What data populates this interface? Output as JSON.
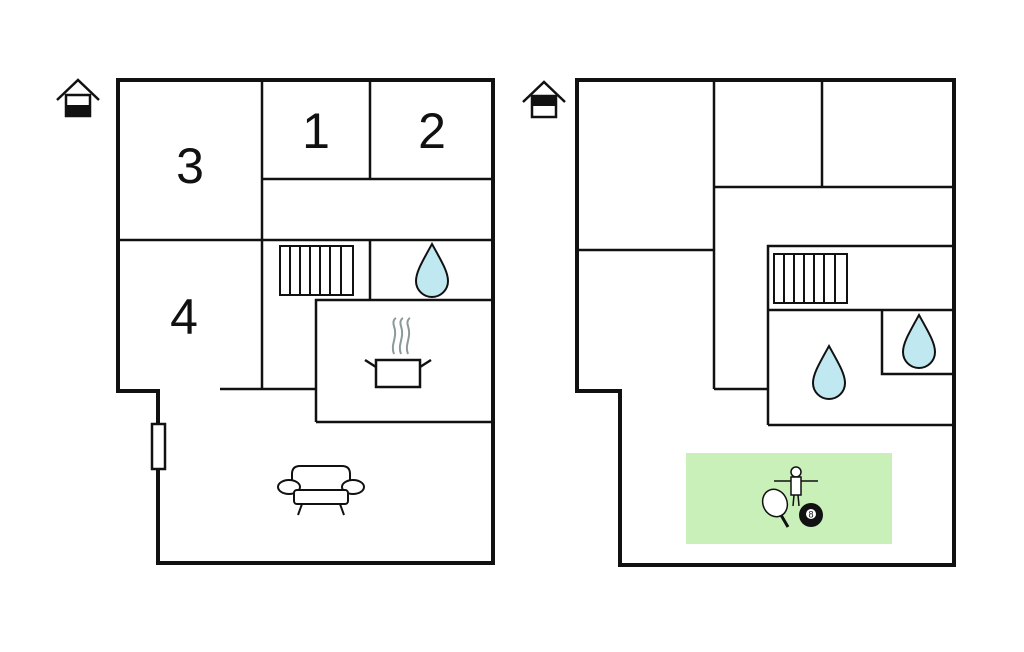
{
  "floor_ground": {
    "room_labels": {
      "room_1": "1",
      "room_2": "2",
      "room_3": "3",
      "room_4": "4"
    },
    "icons": [
      "floor-marker-icon",
      "radiator-icon",
      "water-drop-icon",
      "cooking-pot-icon",
      "sofa-icon",
      "door-icon"
    ]
  },
  "floor_upper": {
    "icons": [
      "floor-marker-icon",
      "radiator-icon",
      "water-drop-icon",
      "water-drop-icon",
      "games-icon"
    ]
  },
  "colors": {
    "wall": "#111111",
    "water_drop_fill": "#bfe8f0",
    "games_area_fill": "#c8f0b8",
    "steam": "#8a9a9a"
  }
}
